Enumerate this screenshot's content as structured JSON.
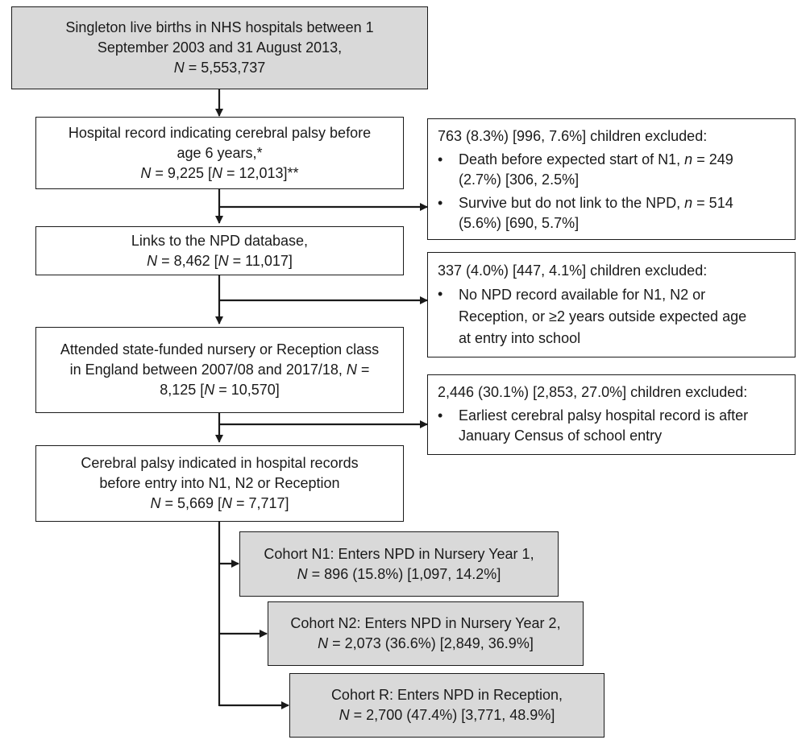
{
  "flowchart": {
    "b1": {
      "line1": "Singleton live births in NHS hospitals between 1",
      "line2": "September 2003 and 31 August 2013,",
      "n_label": "N",
      "n_text": " = 5,553,737"
    },
    "b2": {
      "line1": "Hospital record indicating cerebral palsy before",
      "line2": "age 6 years,*",
      "n_label": "N",
      "n_text_a": " = 9,225 [",
      "n_label_2": "N",
      "n_text_b": " = 12,013]**"
    },
    "b3": {
      "line1": "Links to the NPD database,",
      "n_label": "N",
      "n_text_a": " = 8,462 [",
      "n_label_2": "N",
      "n_text_b": " = 11,017]"
    },
    "b4": {
      "line1": "Attended state-funded nursery or Reception class",
      "line2_a": "in England between 2007/08 and 2017/18, ",
      "line2_n": "N",
      "line2_b": " =",
      "line3_a": "8,125 [",
      "line3_n": "N",
      "line3_b": " = 10,570]"
    },
    "b5": {
      "line1": "Cerebral palsy indicated in hospital records",
      "line2": "before entry into N1, N2 or Reception",
      "n_label": "N",
      "n_text_a": " = 5,669 [",
      "n_label_2": "N",
      "n_text_b": " = 7,717]"
    },
    "ex1": {
      "header": "763 (8.3%) [996, 7.6%] children excluded:",
      "bullet1_a": "Death before expected start of N1, ",
      "bullet1_n": "n",
      "bullet1_b": " = 249",
      "bullet1_c": "(2.7%) [306, 2.5%]",
      "bullet2_a": "Survive but do not link to the NPD, ",
      "bullet2_n": "n",
      "bullet2_b": " = 514",
      "bullet2_c": "(5.6%) [690, 5.7%]"
    },
    "ex2": {
      "header": "337 (4.0%) [447, 4.1%] children excluded:",
      "bullet1_l1": "No NPD record available for N1, N2 or",
      "bullet1_l2": "Reception, or ≥2 years outside expected age",
      "bullet1_l3": "at entry into school"
    },
    "ex3": {
      "header": "2,446 (30.1%) [2,853, 27.0%] children excluded:",
      "bullet1_l1": "Earliest cerebral palsy hospital record is after",
      "bullet1_l2": "January Census of school entry"
    },
    "c1": {
      "line1": "Cohort N1: Enters NPD in Nursery Year 1,",
      "n_label": "N",
      "n_text": " = 896 (15.8%) [1,097, 14.2%]"
    },
    "c2": {
      "line1": "Cohort N2: Enters NPD in Nursery Year 2,",
      "n_label": "N",
      "n_text": " = 2,073 (36.6%) [2,849, 36.9%]"
    },
    "c3": {
      "line1": "Cohort R: Enters NPD in Reception,",
      "n_label": "N",
      "n_text": " = 2,700 (47.4%) [3,771, 48.9%]"
    },
    "bullet_symbol": "•"
  }
}
